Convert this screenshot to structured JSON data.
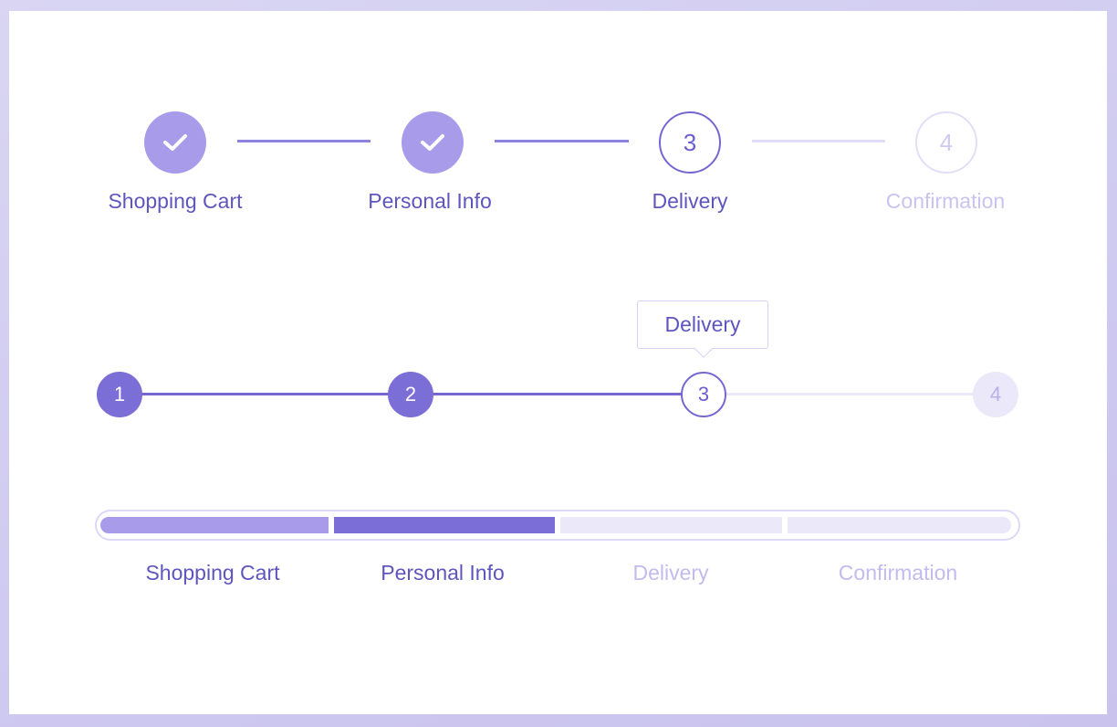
{
  "stepper_checkmarks": {
    "steps": [
      {
        "label": "Shopping Cart",
        "state": "done",
        "icon": "check-icon"
      },
      {
        "label": "Personal Info",
        "state": "done",
        "icon": "check-icon"
      },
      {
        "label": "Delivery",
        "state": "current",
        "number": "3"
      },
      {
        "label": "Confirmation",
        "state": "todo",
        "number": "4"
      }
    ]
  },
  "stepper_numbered": {
    "steps": [
      {
        "number": "1",
        "state": "done"
      },
      {
        "number": "2",
        "state": "done"
      },
      {
        "number": "3",
        "state": "current"
      },
      {
        "number": "4",
        "state": "todo"
      }
    ],
    "tooltip": "Delivery"
  },
  "segmented_progress": {
    "segments": [
      {
        "label": "Shopping Cart",
        "state": "done"
      },
      {
        "label": "Personal Info",
        "state": "active"
      },
      {
        "label": "Delivery",
        "state": "todo"
      },
      {
        "label": "Confirmation",
        "state": "todo"
      }
    ]
  },
  "colors": {
    "accent": "#7467d2",
    "accent_light": "#a89cea",
    "inactive": "#e2def7",
    "text": "#5e55bf",
    "text_inactive": "#c9c3ef"
  }
}
